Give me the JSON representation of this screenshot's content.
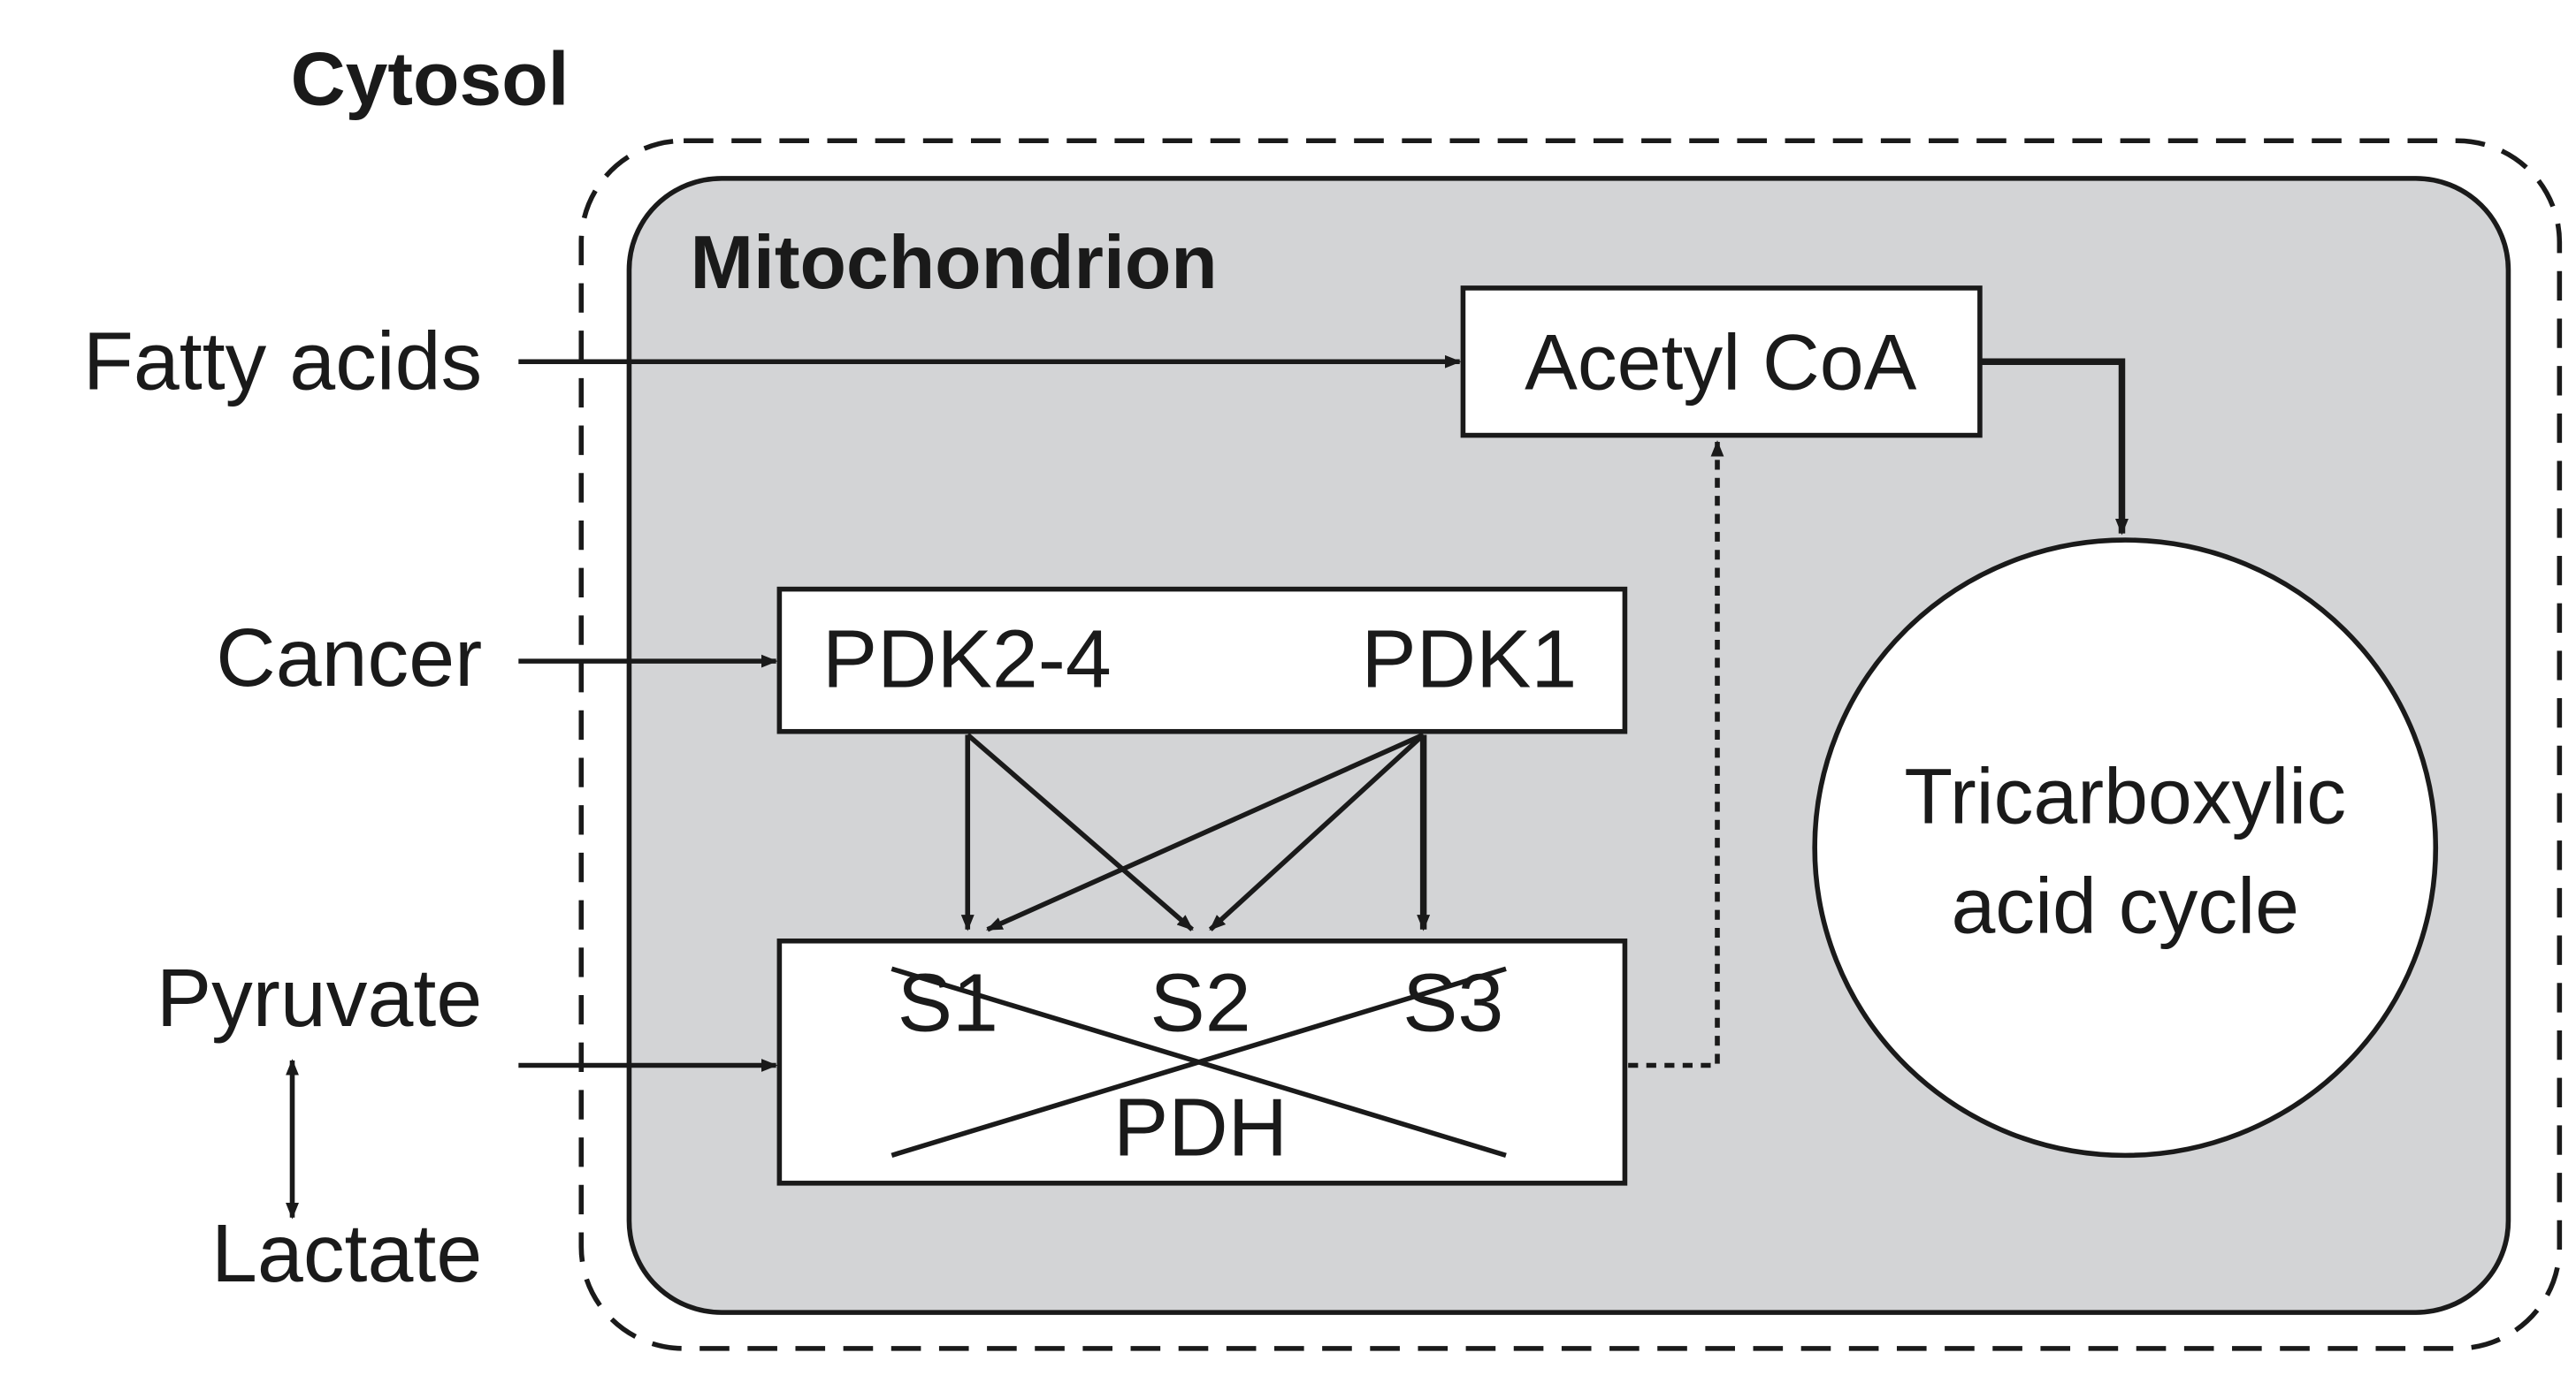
{
  "labels": {
    "cytosol": "Cytosol",
    "mitochondrion": "Mitochondrion",
    "fatty_acids": "Fatty acids",
    "cancer": "Cancer",
    "pyruvate": "Pyruvate",
    "lactate": "Lactate",
    "acetyl_coa": "Acetyl CoA",
    "pdk2_4": "PDK2-4",
    "pdk1": "PDK1",
    "s1": "S1",
    "s2": "S2",
    "s3": "S3",
    "pdh": "PDH",
    "tca_line1": "Tricarboxylic",
    "tca_line2": "acid cycle"
  },
  "colors": {
    "mitochondrion_fill": "#d3d4d6",
    "stroke": "#1a1a1a",
    "box_fill": "#ffffff"
  }
}
